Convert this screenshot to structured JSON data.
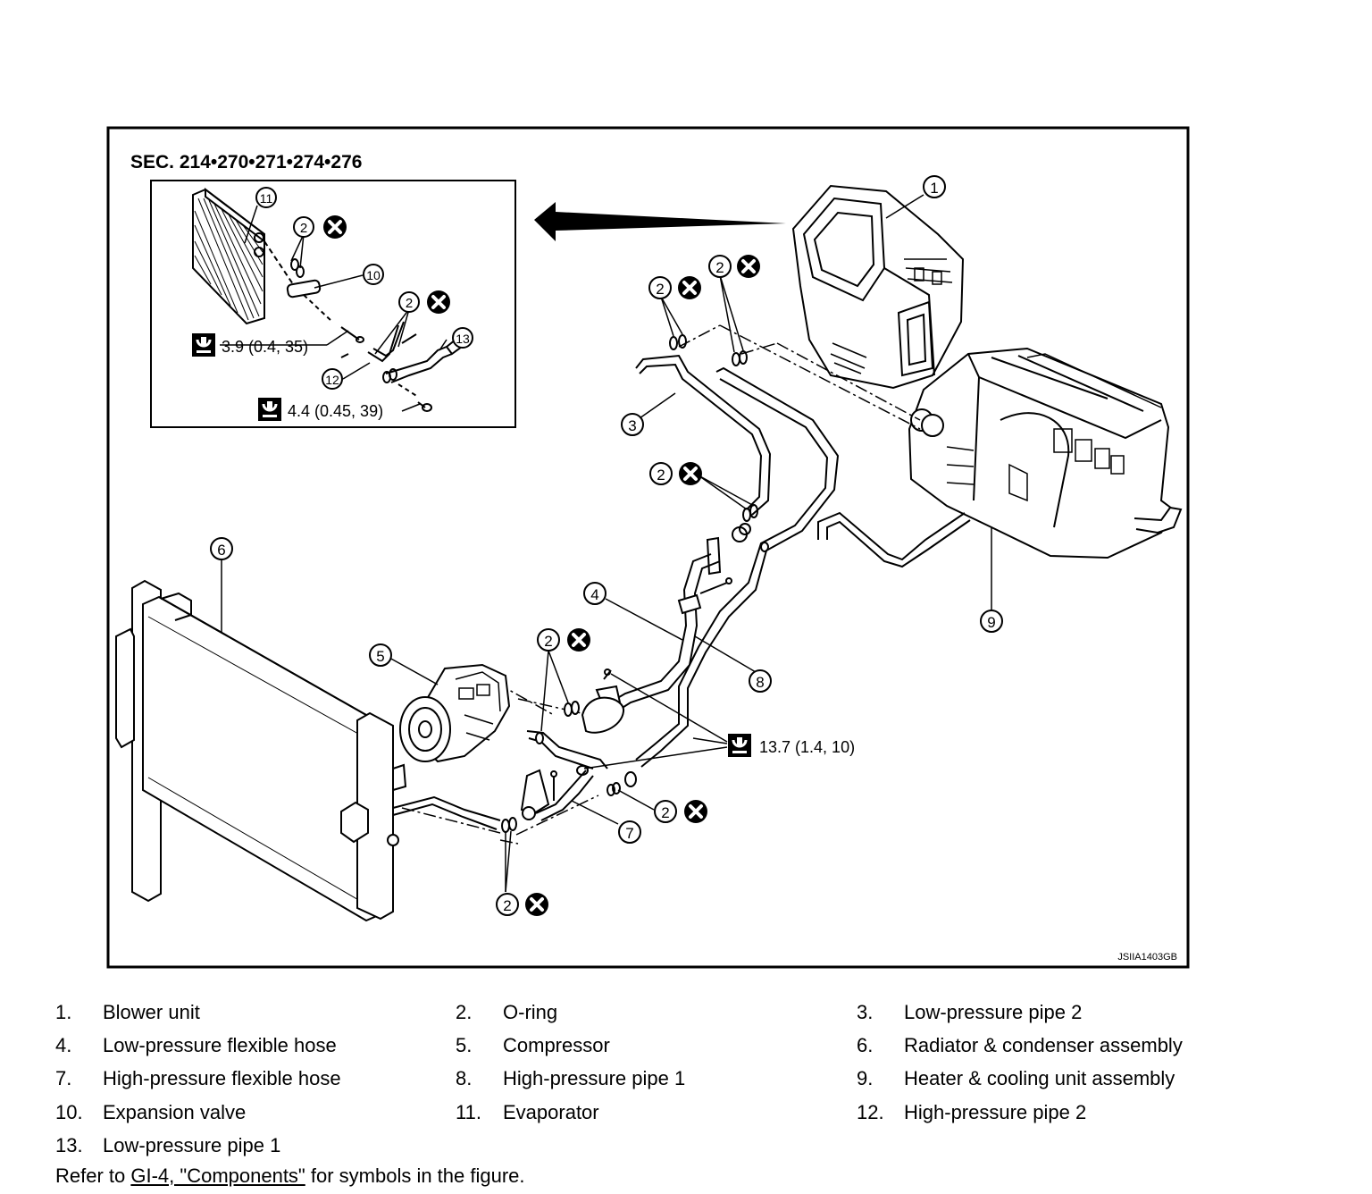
{
  "figure": {
    "section_title": "SEC. 214•270•271•274•276",
    "image_code": "JSIIA1403GB",
    "torque_labels": {
      "expansion_valve_bolt": "3.9 (0.4, 35)",
      "pipe_bolt": "4.4 (0.45, 39)",
      "hose_bolts": "13.7 (1.4, 10)"
    },
    "callouts": {
      "c1": "1",
      "c2": "2",
      "c3": "3",
      "c4": "4",
      "c5": "5",
      "c6": "6",
      "c7": "7",
      "c8": "8",
      "c9": "9",
      "c10": "10",
      "c11": "11",
      "c12": "12",
      "c13": "13"
    },
    "icons": {
      "replace": "x-circle-icon",
      "torque": "torque-wrench-icon",
      "pointer": "arrow-left-icon"
    }
  },
  "parts_list": [
    {
      "num": "1.",
      "name": "Blower unit"
    },
    {
      "num": "2.",
      "name": "O-ring"
    },
    {
      "num": "3.",
      "name": "Low-pressure pipe 2"
    },
    {
      "num": "4.",
      "name": "Low-pressure flexible hose"
    },
    {
      "num": "5.",
      "name": "Compressor"
    },
    {
      "num": "6.",
      "name": "Radiator & condenser assembly"
    },
    {
      "num": "7.",
      "name": "High-pressure flexible hose"
    },
    {
      "num": "8.",
      "name": "High-pressure pipe 1"
    },
    {
      "num": "9.",
      "name": "Heater & cooling unit assembly"
    },
    {
      "num": "10.",
      "name": "Expansion valve"
    },
    {
      "num": "11.",
      "name": "Evaporator"
    },
    {
      "num": "12.",
      "name": "High-pressure pipe 2"
    },
    {
      "num": "13.",
      "name": "Low-pressure pipe 1"
    }
  ],
  "footer": {
    "prefix": "Refer to ",
    "link_text": "GI-4, \"Components\"",
    "suffix": " for symbols in the figure."
  }
}
